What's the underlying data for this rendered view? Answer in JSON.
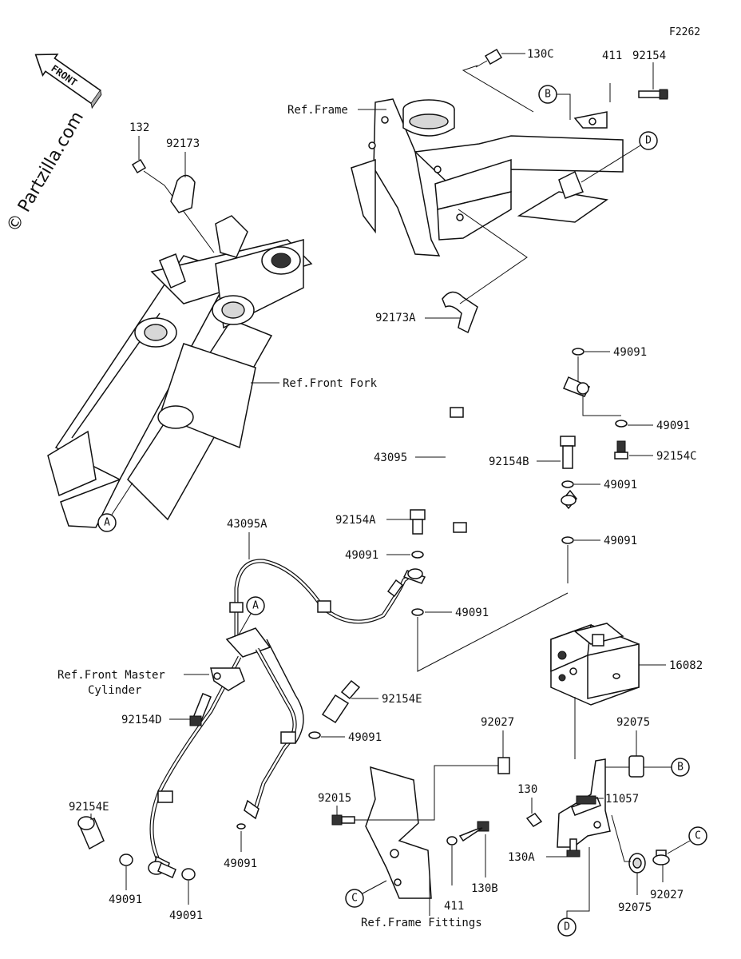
{
  "diagram_code": "F2262",
  "watermark": "© Partzilla.com",
  "front_arrow_label": "FRONT",
  "ref_labels": {
    "frame": "Ref.Frame",
    "front_fork": "Ref.Front Fork",
    "front_master_line1": "Ref.Front Master",
    "front_master_line2": "Cylinder",
    "frame_fittings": "Ref.Frame Fittings"
  },
  "connectors": [
    "A",
    "A",
    "B",
    "B",
    "C",
    "C",
    "D",
    "D"
  ],
  "part_numbers": {
    "p130c": "130C",
    "p411_top": "411",
    "p92154_top": "92154",
    "p132": "132",
    "p92173": "92173",
    "p92173a": "92173A",
    "p49091_a": "49091",
    "p49091_b": "49091",
    "p43095": "43095",
    "p92154b": "92154B",
    "p92154c": "92154C",
    "p49091_c": "49091",
    "p49091_d": "49091",
    "p43095a": "43095A",
    "p92154a": "92154A",
    "p49091_e": "49091",
    "p49091_f": "49091",
    "p16082": "16082",
    "p92154e_right": "92154E",
    "p49091_g": "49091",
    "p92154d": "92154D",
    "p92027_top": "92027",
    "p92075_top": "92075",
    "p92015": "92015",
    "p130": "130",
    "p11057": "11057",
    "p130b": "130B",
    "p130a": "130A",
    "p411_bottom": "411",
    "p92154e_left": "92154E",
    "p49091_h": "49091",
    "p49091_i": "49091",
    "p49091_j": "49091",
    "p92027_bottom": "92027",
    "p92075_bottom": "92075"
  }
}
